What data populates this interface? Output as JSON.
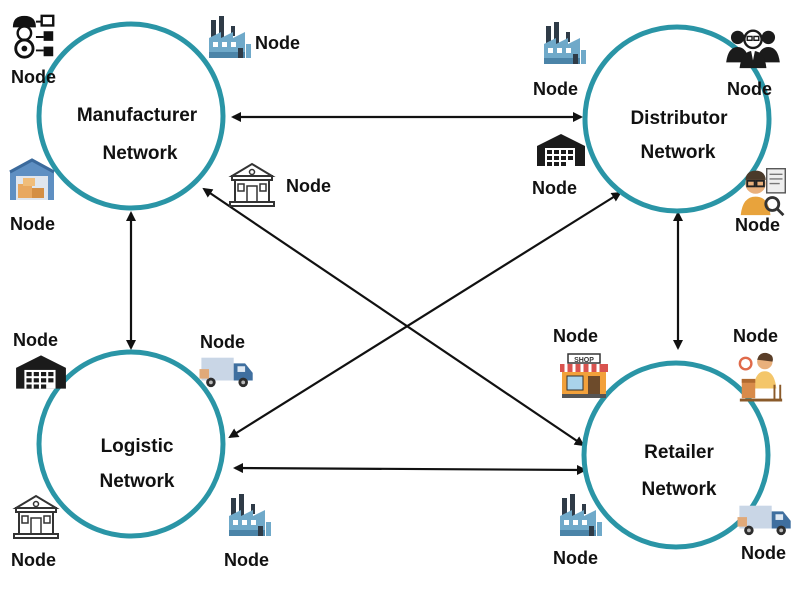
{
  "colors": {
    "circle_stroke": "#2a95a6",
    "arrow": "#111111",
    "factory_blue": "#6fa9c9",
    "factory_dark": "#2f3b47",
    "warehouse_dark": "#1b1b1b",
    "truck_blue": "#3f6f9f",
    "shop_orange": "#f2a13b",
    "shop_red": "#d9534f"
  },
  "networks": {
    "manufacturer": {
      "line1": "Manufacturer",
      "line2": "Network"
    },
    "distributor": {
      "line1": "Distributor",
      "line2": "Network"
    },
    "logistic": {
      "line1": "Logistic",
      "line2": "Network"
    },
    "retailer": {
      "line1": "Retailer",
      "line2": "Network"
    }
  },
  "nodes": {
    "manufacturer": {
      "engineer": {
        "label": "Node",
        "icon": "engineer-icon"
      },
      "factory": {
        "label": "Node",
        "icon": "factory-icon"
      },
      "storage": {
        "label": "Node",
        "icon": "storage-unit-icon"
      },
      "building": {
        "label": "Node",
        "icon": "building-icon"
      }
    },
    "distributor": {
      "factory": {
        "label": "Node",
        "icon": "factory-icon"
      },
      "people": {
        "label": "Node",
        "icon": "business-people-icon"
      },
      "warehouse": {
        "label": "Node",
        "icon": "warehouse-icon"
      },
      "analyst": {
        "label": "Node",
        "icon": "analyst-icon"
      }
    },
    "logistic": {
      "warehouse": {
        "label": "Node",
        "icon": "warehouse-icon"
      },
      "truck": {
        "label": "Node",
        "icon": "delivery-truck-icon"
      },
      "building": {
        "label": "Node",
        "icon": "building-icon"
      },
      "factory": {
        "label": "Node",
        "icon": "factory-icon"
      }
    },
    "retailer": {
      "shop": {
        "label": "Node",
        "icon": "shop-icon",
        "sign": "SHOP"
      },
      "shopper": {
        "label": "Node",
        "icon": "shopper-icon"
      },
      "factory": {
        "label": "Node",
        "icon": "factory-icon"
      },
      "truck": {
        "label": "Node",
        "icon": "delivery-truck-icon"
      }
    }
  },
  "connections": [
    {
      "from": "manufacturer",
      "to": "distributor",
      "bidirectional": true
    },
    {
      "from": "manufacturer",
      "to": "logistic",
      "bidirectional": true
    },
    {
      "from": "manufacturer",
      "to": "retailer",
      "bidirectional": true
    },
    {
      "from": "distributor",
      "to": "logistic",
      "bidirectional": true
    },
    {
      "from": "distributor",
      "to": "retailer",
      "bidirectional": true
    },
    {
      "from": "logistic",
      "to": "retailer",
      "bidirectional": true
    }
  ]
}
